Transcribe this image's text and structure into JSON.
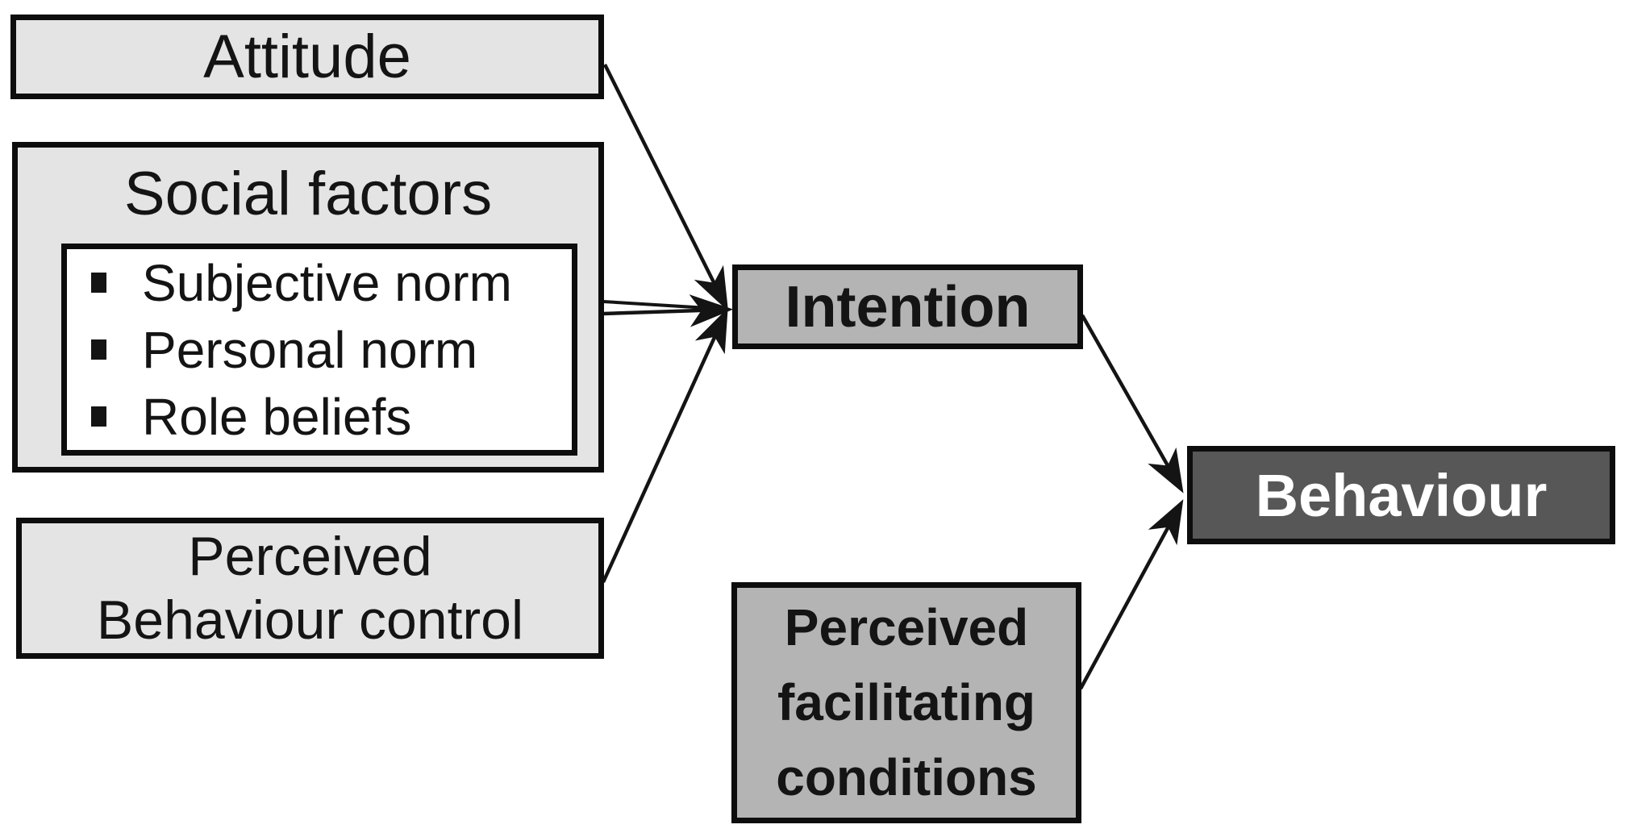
{
  "diagram": {
    "boxes": {
      "attitude": {
        "label": "Attitude",
        "variant": "light"
      },
      "social_factors": {
        "title": "Social factors",
        "variant": "light",
        "items": [
          "Subjective norm",
          "Personal norm",
          "Role beliefs"
        ]
      },
      "perceived_behaviour_control": {
        "lines": [
          "Perceived",
          "Behaviour control"
        ],
        "variant": "light"
      },
      "intention": {
        "label": "Intention",
        "variant": "medium"
      },
      "perceived_facilitating_conditions": {
        "lines": [
          "Perceived",
          "facilitating",
          "conditions"
        ],
        "variant": "medium"
      },
      "behaviour": {
        "label": "Behaviour",
        "variant": "dark"
      }
    },
    "edges": [
      {
        "from": "Attitude",
        "to": "Intention"
      },
      {
        "from": "Social factors",
        "to": "Intention"
      },
      {
        "from": "Perceived Behaviour control",
        "to": "Intention"
      },
      {
        "from": "Intention",
        "to": "Behaviour"
      },
      {
        "from": "Perceived facilitating conditions",
        "to": "Behaviour"
      }
    ],
    "colors": {
      "light_fill": "#e4e4e4",
      "medium_fill": "#b4b4b4",
      "dark_fill": "#575757",
      "border": "#0d0d0d",
      "arrow": "#141414",
      "inner_fill": "#ffffff",
      "text_dark": "#141414",
      "text_light": "#ffffff",
      "background": "#ffffff"
    }
  }
}
